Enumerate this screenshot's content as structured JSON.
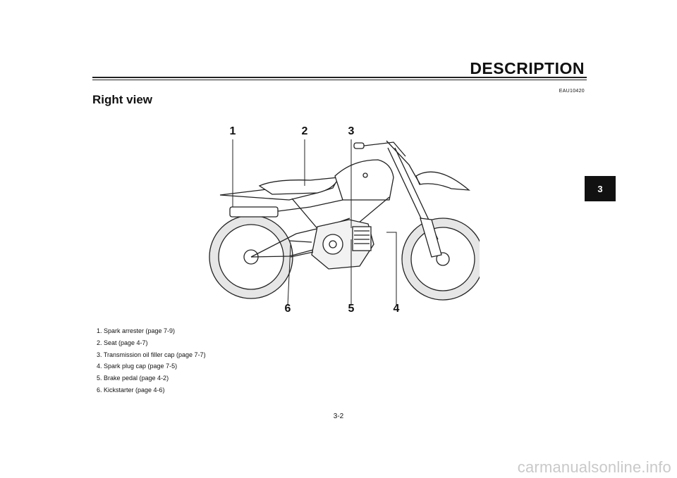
{
  "header": {
    "title": "DESCRIPTION",
    "code": "EAU10420"
  },
  "section": {
    "title": "Right view"
  },
  "chapter_tab": "3",
  "figure": {
    "callouts": [
      "1",
      "2",
      "3",
      "4",
      "5",
      "6"
    ]
  },
  "legend": [
    "1.  Spark arrester (page 7-9)",
    "2.  Seat (page 4-7)",
    "3.  Transmission oil filler cap (page 7-7)",
    "4.  Spark plug cap (page 7-5)",
    "5.  Brake pedal (page 4-2)",
    "6.  Kickstarter (page 4-6)"
  ],
  "page_number": "3-2",
  "watermark": "carmanualsonline.info"
}
